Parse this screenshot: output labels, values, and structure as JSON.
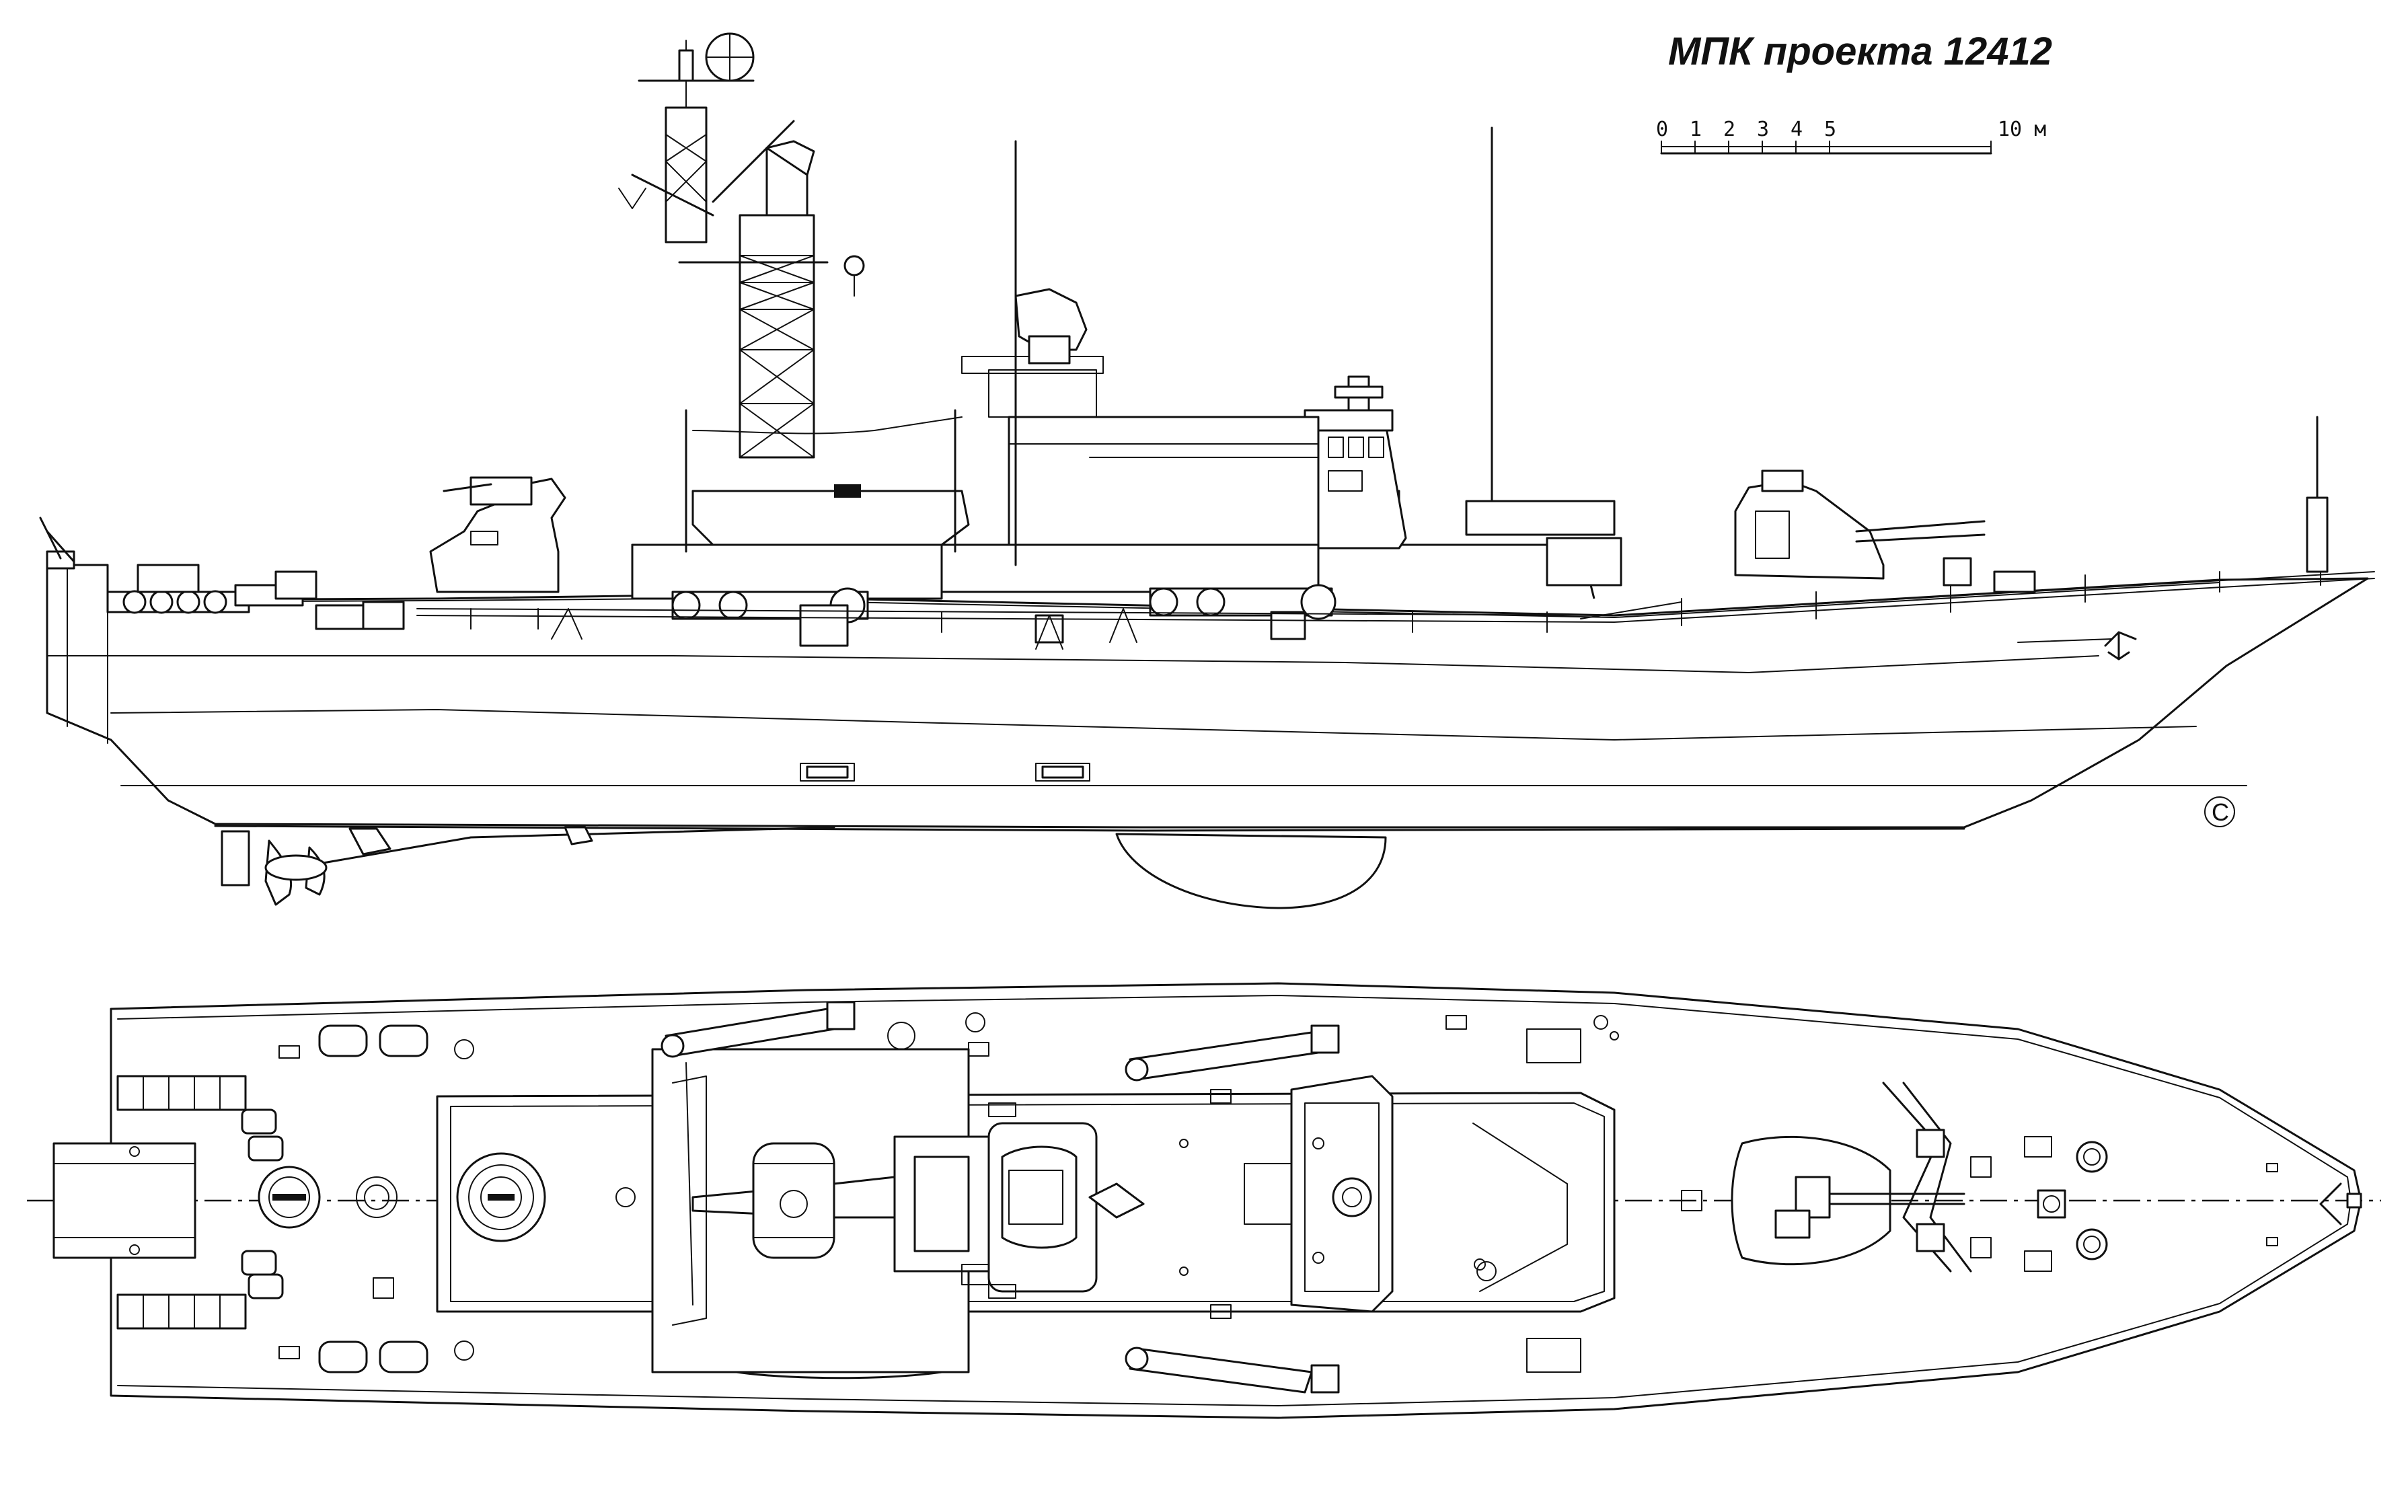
{
  "title": "МПК  проекта 12412",
  "scale_bar": {
    "ticks": [
      "0",
      "1",
      "2",
      "3",
      "4",
      "5"
    ],
    "end_label": "10 м"
  },
  "hull_mark": "C"
}
